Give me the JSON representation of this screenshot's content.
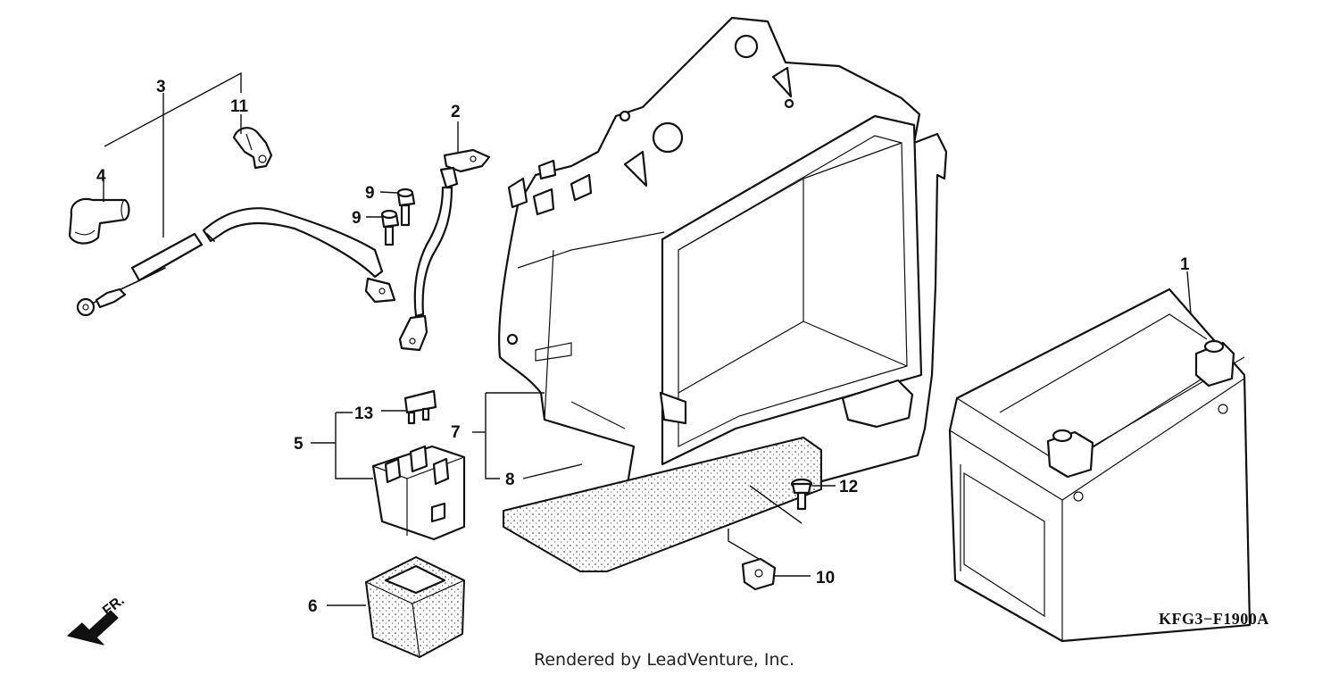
{
  "diagram": {
    "code": "KFG3−F1900A",
    "credit": "Rendered by LeadVenture, Inc.",
    "front_marker": "FR.",
    "callouts": {
      "c1": "1",
      "c2": "2",
      "c3": "3",
      "c4": "4",
      "c5": "5",
      "c6": "6",
      "c7": "7",
      "c8": "8",
      "c9a": "9",
      "c9b": "9",
      "c10": "10",
      "c11": "11",
      "c12": "12",
      "c13": "13"
    }
  }
}
